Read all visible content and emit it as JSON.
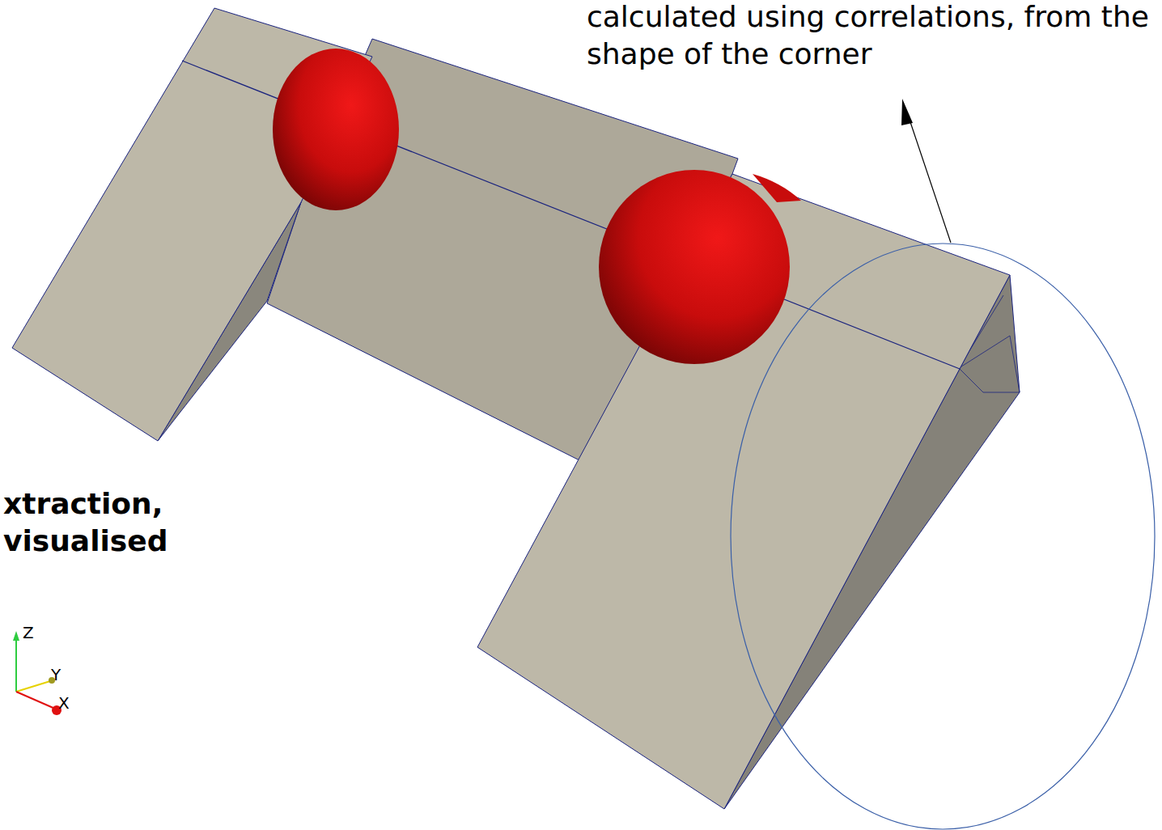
{
  "diagram": {
    "labels": [
      "calculated using correlations, from the shape of the corner",
      "xtraction, visualised",
      "Z",
      "Y",
      "X"
    ]
  }
}
